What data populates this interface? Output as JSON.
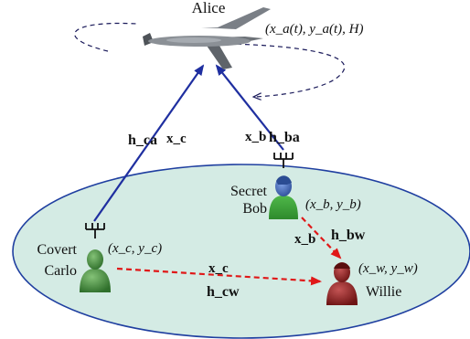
{
  "uav": {
    "name": "Alice",
    "coord": "(x_a(t), y_a(t), H)"
  },
  "nodes": {
    "bob": {
      "line1": "Secret",
      "line2": "Bob",
      "coord": "(x_b, y_b)"
    },
    "carlo": {
      "line1": "Covert",
      "line2": "Carlo",
      "coord": "(x_c, y_c)"
    },
    "willie": {
      "name": "Willie",
      "coord": "(x_w, y_w)"
    }
  },
  "links": {
    "h_ca": "h_ca",
    "x_c_up": "x_c",
    "x_b_up": "x_b",
    "h_ba": "h_ba",
    "x_b_w": "x_b",
    "h_bw": "h_bw",
    "x_c_w": "x_c",
    "h_cw": "h_cw"
  },
  "colors": {
    "uplink": "#1f2fa0",
    "warden_link": "#e01818",
    "ground": "#d4ebe4",
    "ground_border": "#1f3fa0",
    "bob": "#3f66b8",
    "carlo": "#3f8a3a",
    "willie": "#8e2121",
    "trajectory": "#1a1a5a"
  },
  "icons": [
    "uav-icon",
    "antenna-icon",
    "person-icon"
  ]
}
